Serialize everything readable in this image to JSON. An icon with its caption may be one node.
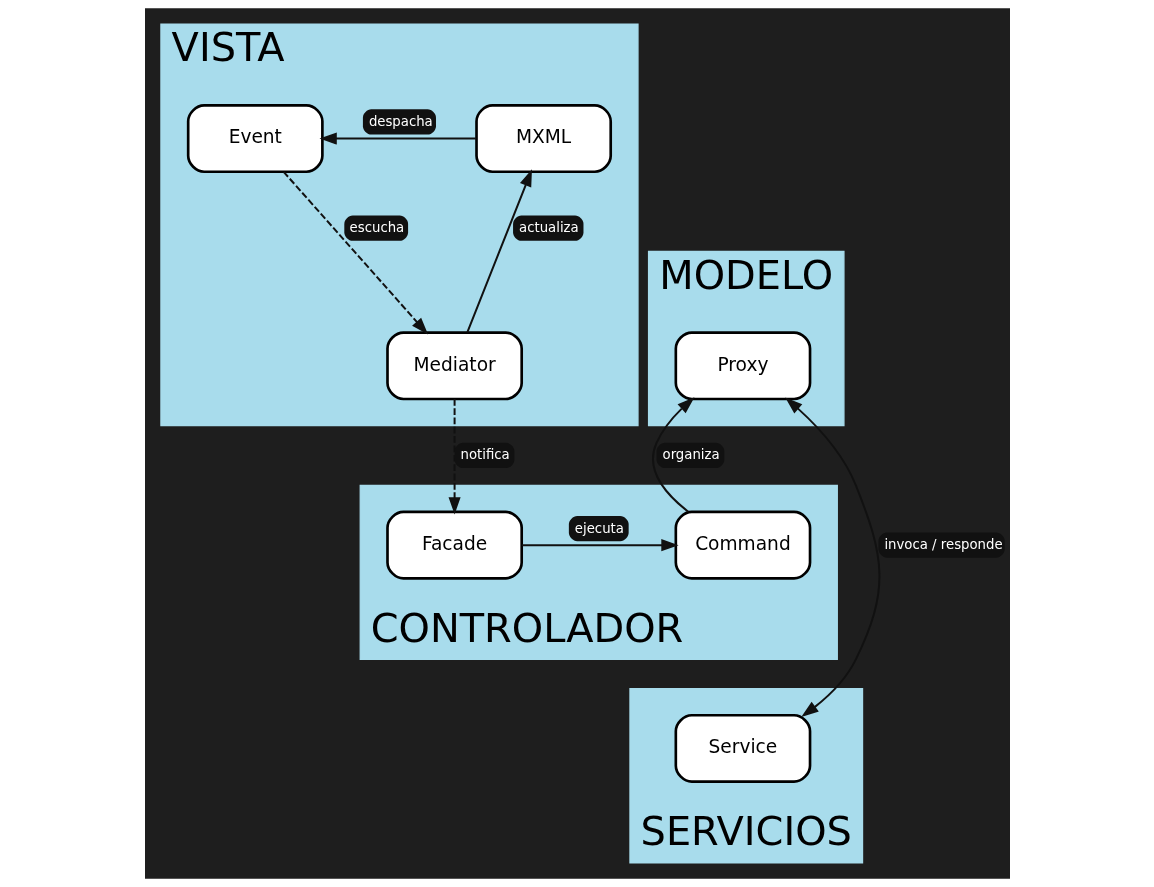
{
  "diagram": {
    "nodes": [
      {
        "text": [
          "VISTA"
        ]
      },
      {
        "text": [
          "MXML"
        ],
        "in": 0
      },
      {
        "text": [
          "Event"
        ],
        "in": 0
      },
      {
        "text": [
          "Mediator"
        ],
        "in": 0
      },
      {
        "text": [
          "MODELO"
        ]
      },
      {
        "text": [
          "Proxy"
        ],
        "in": 4
      },
      {
        "text": [
          "CONTROLADOR"
        ]
      },
      {
        "text": [
          "Command"
        ],
        "in": 6
      },
      {
        "text": [
          "Facade"
        ],
        "in": 6
      },
      {
        "text": [
          "SERVICIOS"
        ]
      },
      {
        "text": [
          "Service"
        ],
        "in": 9
      }
    ],
    "edges": [
      {
        "from": 1,
        "to": 2,
        "arrow": "to",
        "label": "despacha"
      },
      {
        "from": 2,
        "to": 3,
        "arrow": "to",
        "label": "escucha",
        "style": "dashed"
      },
      {
        "from": 3,
        "to": 1,
        "arrow": "to",
        "label": "actualiza"
      },
      {
        "from": 3,
        "to": 8,
        "arrow": "to",
        "label": "notifica",
        "style": "dashed"
      },
      {
        "from": 8,
        "to": 7,
        "arrow": "to",
        "label": "ejecuta"
      },
      {
        "from": 7,
        "to": 5,
        "arrow": "to",
        "label": "organiza"
      },
      {
        "from": 5,
        "to": 10,
        "arrow": "both",
        "label": "invoca / responde"
      }
    ]
  }
}
